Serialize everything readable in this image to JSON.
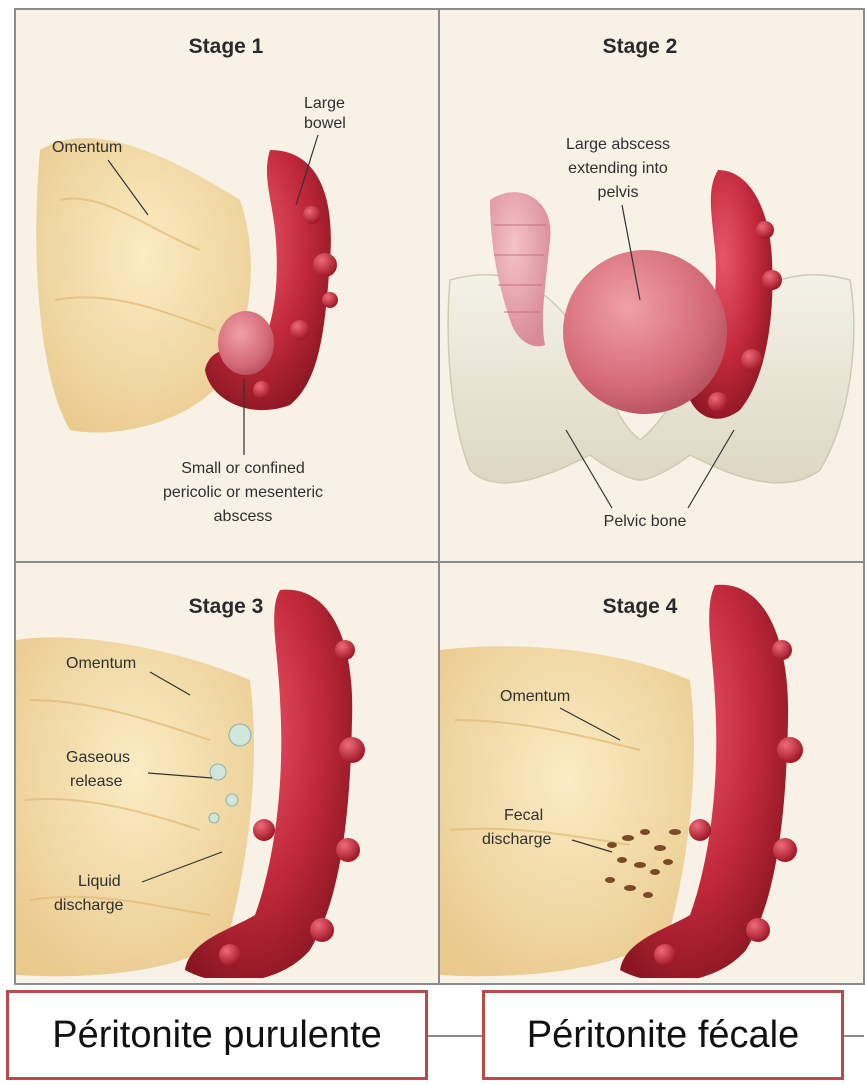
{
  "panels": [
    {
      "title": "Stage 1",
      "labels": [
        "Omentum",
        "Large",
        "bowel",
        "Small or confined",
        "pericolic or mesenteric",
        "abscess"
      ]
    },
    {
      "title": "Stage 2",
      "labels": [
        "Large abscess",
        "extending into",
        "pelvis",
        "Pelvic bone"
      ]
    },
    {
      "title": "Stage 3",
      "labels": [
        "Omentum",
        "Gaseous",
        "release",
        "Liquid",
        "discharge"
      ]
    },
    {
      "title": "Stage 4",
      "labels": [
        "Omentum",
        "Fecal",
        "discharge"
      ]
    }
  ],
  "captions": {
    "left": "Péritonite purulente",
    "right": "Péritonite fécale"
  },
  "colors": {
    "background": "#f7f1e6",
    "bowel": "#c0283a",
    "omentum": "#f2dca6",
    "pelvic_bone": "#ece9d9",
    "caption_border": "#b94a48"
  }
}
